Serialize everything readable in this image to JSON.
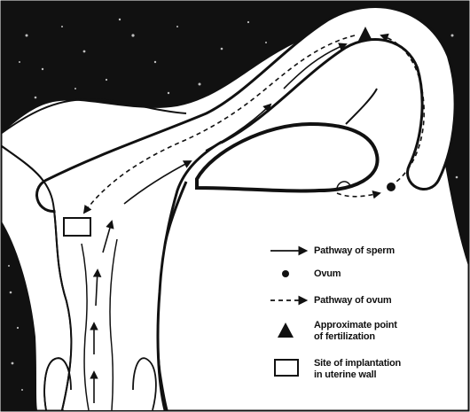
{
  "colors": {
    "ink": "#111111",
    "paper": "#ffffff",
    "speckle": "#bfbfbf"
  },
  "legend": {
    "sperm_label": "Pathway of sperm",
    "ovum_label": "Ovum",
    "ovum_path_label": "Pathway of ovum",
    "fertilization_label_line1": "Approximate point",
    "fertilization_label_line2": "of fertilization",
    "implantation_label_line1": "Site of implantation",
    "implantation_label_line2": "in uterine wall"
  }
}
